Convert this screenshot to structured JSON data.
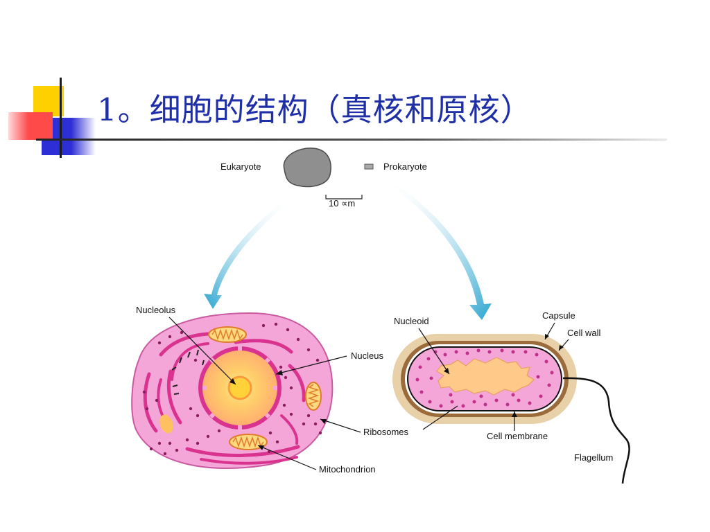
{
  "title": "1。细胞的结构（真核和原核）",
  "diagram": {
    "top_labels": {
      "eukaryote": "Eukaryote",
      "prokaryote": "Prokaryote",
      "scale_bar": "10 ∝m"
    },
    "eukaryote_labels": {
      "nucleolus": "Nucleolus",
      "nucleus": "Nucleus",
      "ribosomes": "Ribosomes",
      "mitochondrion": "Mitochondrion"
    },
    "prokaryote_labels": {
      "nucleoid": "Nucleoid",
      "capsule": "Capsule",
      "cell_wall": "Cell wall",
      "cell_membrane": "Cell membrane",
      "flagellum": "Flagellum"
    },
    "colors": {
      "cytoplasm": "#f4a6d9",
      "cell_outline": "#c95aa0",
      "nucleus_core": "#ffd23a",
      "nucleoid": "#ffc98a",
      "capsule": "#e8d0a8",
      "cell_wall": "#9b6b3c",
      "arrow": "#2ba5cf"
    }
  }
}
